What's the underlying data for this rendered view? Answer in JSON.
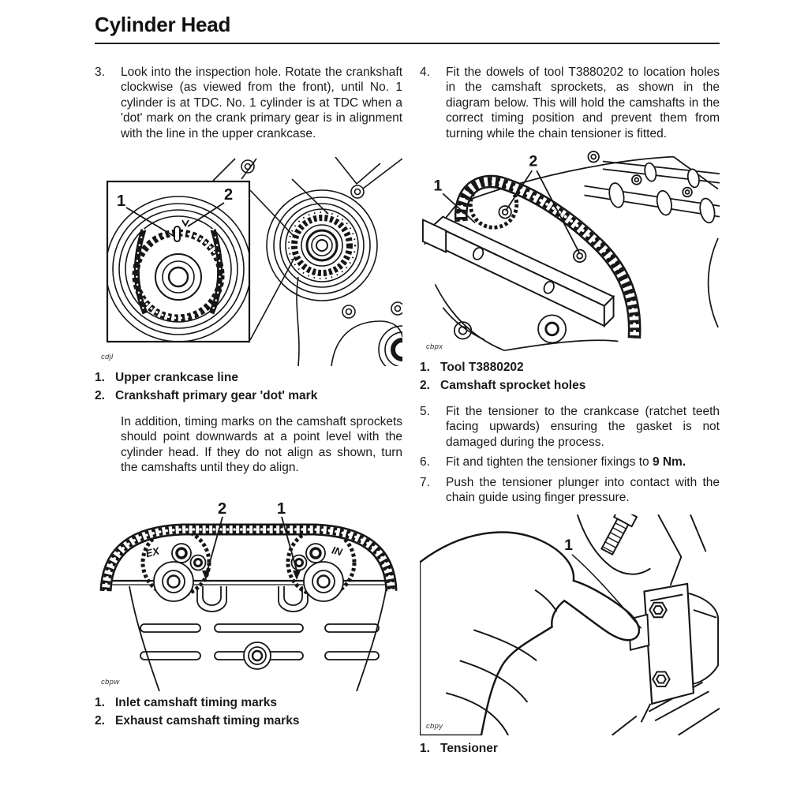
{
  "header": {
    "title": "Cylinder Head"
  },
  "left": {
    "step3": {
      "num": "3.",
      "text": "Look into the inspection hole. Rotate the crankshaft clockwise (as viewed from the front), until No. 1 cylinder is at TDC. No. 1 cylinder is at TDC when a 'dot' mark on the crank primary gear is in alignment with the line in the upper crankcase."
    },
    "fig_crank": {
      "code": "cdjl",
      "callout1": "1",
      "callout2": "2"
    },
    "key_crank": [
      {
        "num": "1.",
        "label": "Upper crankcase line"
      },
      {
        "num": "2.",
        "label": "Crankshaft primary gear 'dot' mark"
      }
    ],
    "note": "In addition, timing marks on the camshaft sprockets should point downwards at a point level with the cylinder head. If they do not align as shown, turn the camshafts until they do align.",
    "fig_cam_marks": {
      "code": "cbpw",
      "callout1": "1",
      "callout2": "2",
      "label_ex": "EX",
      "label_in": "IN"
    },
    "key_cam_marks": [
      {
        "num": "1.",
        "label": "Inlet camshaft timing marks"
      },
      {
        "num": "2.",
        "label": "Exhaust camshaft timing marks"
      }
    ]
  },
  "right": {
    "step4": {
      "num": "4.",
      "text": "Fit the dowels of tool T3880202 to location holes in the camshaft sprockets, as shown in the diagram below. This will hold the camshafts in the correct timing position and prevent them from turning while the chain tensioner is fitted."
    },
    "fig_tool": {
      "code": "cbpx",
      "callout1": "1",
      "callout2": "2"
    },
    "key_tool": [
      {
        "num": "1.",
        "label": "Tool T3880202"
      },
      {
        "num": "2.",
        "label": "Camshaft sprocket holes"
      }
    ],
    "step5": {
      "num": "5.",
      "text": "Fit the tensioner to the crankcase (ratchet teeth facing upwards) ensuring the gasket is not damaged during the process."
    },
    "step6": {
      "num": "6.",
      "text": "Fit and tighten the tensioner fixings to ",
      "bold": "9 Nm."
    },
    "step7": {
      "num": "7.",
      "text": "Push the tensioner plunger into contact with the chain guide using finger pressure."
    },
    "fig_tensioner": {
      "code": "cbpy",
      "callout1": "1"
    },
    "key_tensioner": [
      {
        "num": "1.",
        "label": "Tensioner"
      }
    ]
  }
}
